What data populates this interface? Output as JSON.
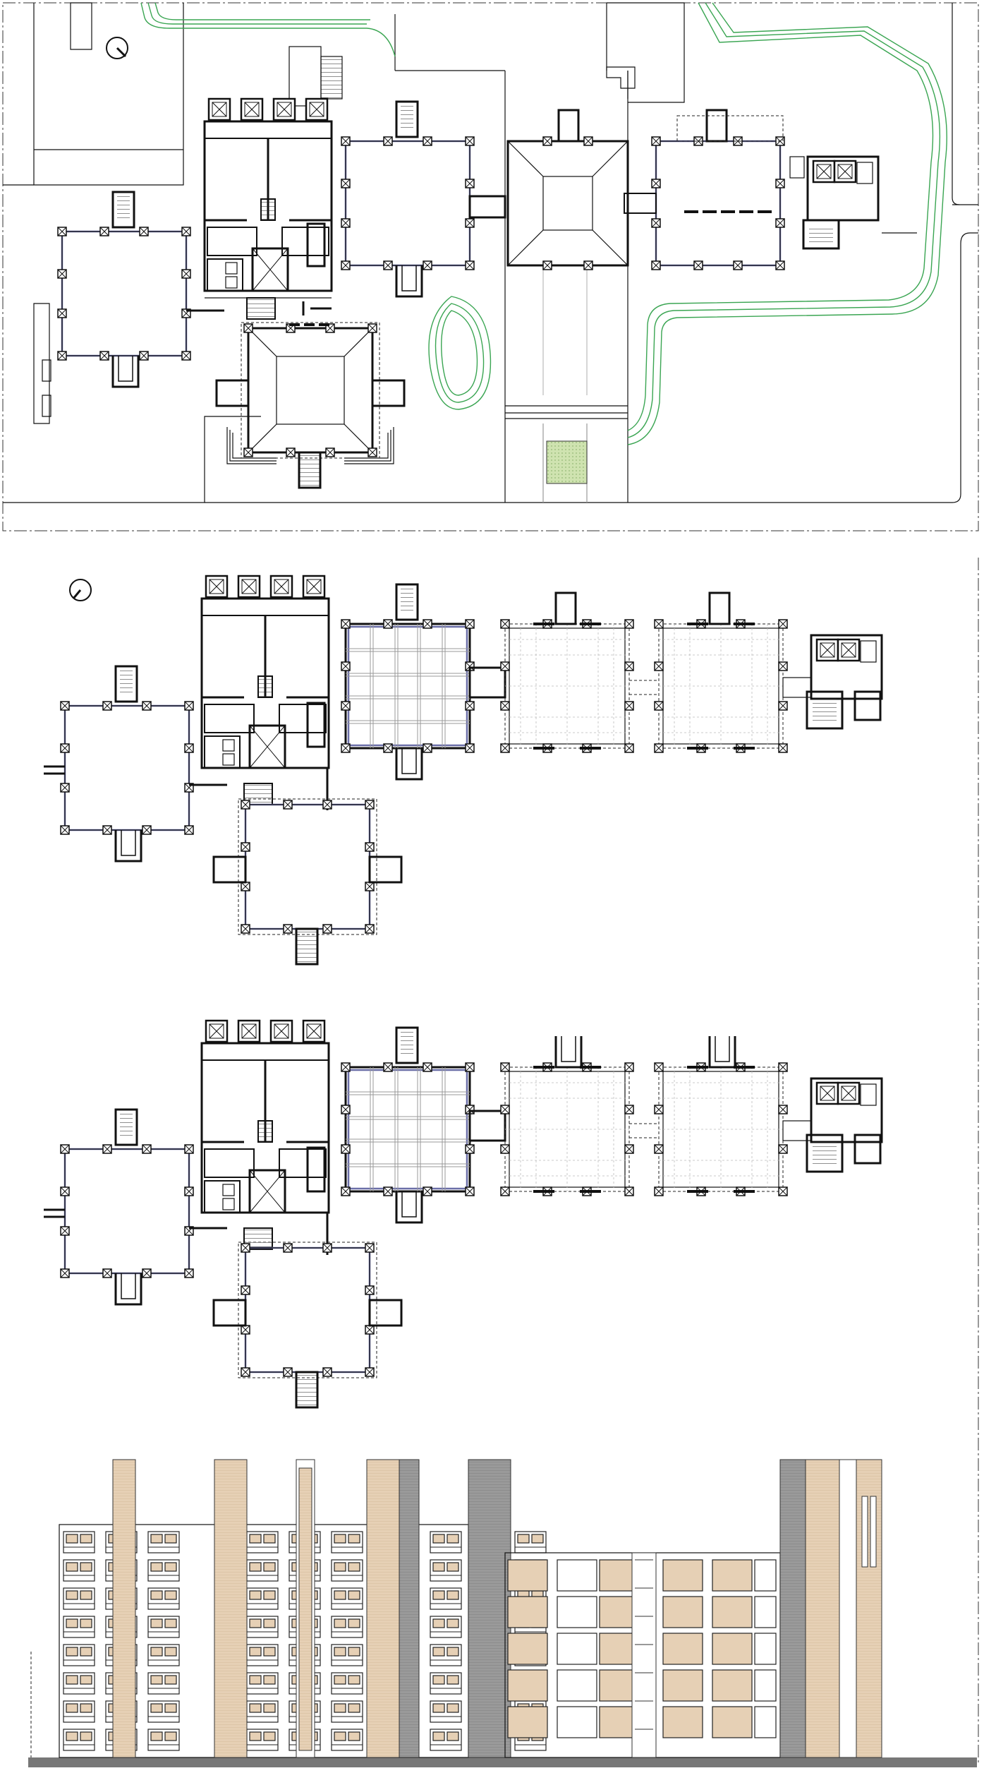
{
  "drawing": {
    "sheet_views": [
      "site-plan",
      "floor-plan-level-1",
      "floor-plan-level-2",
      "south-elevation"
    ],
    "colors": {
      "line": "#111111",
      "glazing": "#6b6fa8",
      "landscape": "#3aa552",
      "brick": "#e6d0b5",
      "concrete": "#8f8f8f",
      "lawn": "#cfe3b0"
    },
    "icons": [
      "north-arrow-icon",
      "stair-icon",
      "lift-icon",
      "column-icon"
    ]
  }
}
